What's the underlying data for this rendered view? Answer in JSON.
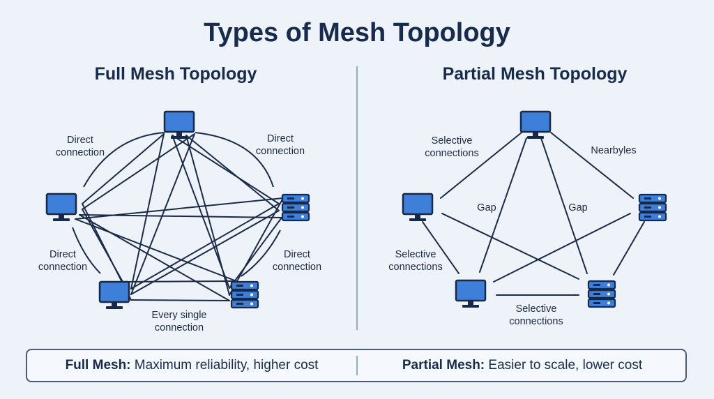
{
  "title": "Types of Mesh Topology",
  "full_mesh": {
    "heading": "Full Mesh Topology",
    "labels": {
      "top_left": [
        "Direct",
        "connection"
      ],
      "top_right": [
        "Direct",
        "connection"
      ],
      "bottom_left": [
        "Direct",
        "connection"
      ],
      "bottom_right": [
        "Direct",
        "connection"
      ],
      "bottom": [
        "Every single",
        "connection"
      ]
    },
    "nodes": [
      "computer",
      "computer",
      "server",
      "computer",
      "server"
    ]
  },
  "partial_mesh": {
    "heading": "Partial Mesh Topology",
    "labels": {
      "top_left": [
        "Selective",
        "connections"
      ],
      "top_right": [
        "Nearbyles"
      ],
      "gap_left": [
        "Gap"
      ],
      "gap_right": [
        "Gap"
      ],
      "bottom_left": [
        "Selective",
        "connections"
      ],
      "bottom": [
        "Selective",
        "connections"
      ]
    },
    "nodes": [
      "computer",
      "computer",
      "server",
      "computer",
      "server"
    ]
  },
  "summary": {
    "full_label": "Full Mesh:",
    "full_text": "Maximum reliability, higher cost",
    "partial_label": "Partial Mesh:",
    "partial_text": "Easier to scale, lower cost"
  },
  "colors": {
    "node_fill": "#3d7fd9",
    "node_stroke": "#16294a",
    "line": "#1a2b48",
    "background": "#eef3f9"
  }
}
